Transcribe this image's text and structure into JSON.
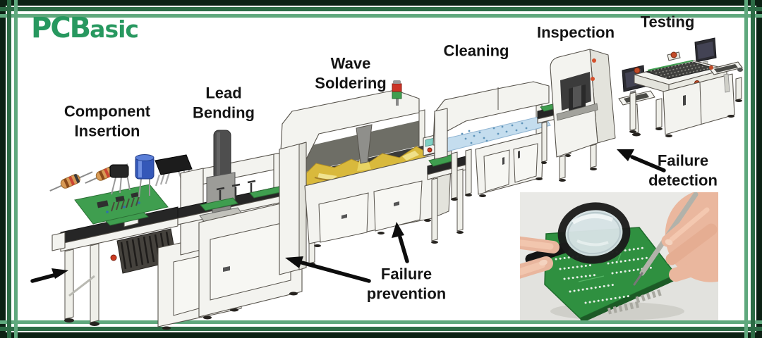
{
  "brand": {
    "logo_pcb": "PCB",
    "logo_asic": "asic",
    "logo_full": "PCBasic"
  },
  "process_stages": [
    {
      "name": "component-insertion",
      "label": "Component\nInsertion"
    },
    {
      "name": "lead-bending",
      "label": "Lead\nBending"
    },
    {
      "name": "wave-soldering",
      "label": "Wave\nSoldering"
    },
    {
      "name": "cleaning",
      "label": "Cleaning"
    },
    {
      "name": "inspection",
      "label": "Inspection"
    },
    {
      "name": "testing",
      "label": "Testing"
    }
  ],
  "annotations": [
    {
      "name": "failure-prevention",
      "label": "Failure\nprevention"
    },
    {
      "name": "failure-detection",
      "label": "Failure\ndetection"
    }
  ],
  "icons": [
    "flow-start-arrow",
    "failure-prevention-arrow-to-lead-bending",
    "failure-prevention-arrow-to-wave-soldering",
    "failure-detection-arrow-to-inspection"
  ],
  "colors": {
    "brand_green": "#27985f",
    "border_dark_green": "#0c2114",
    "frame_green_dark": "#2c6b45",
    "frame_green_light": "#5fa87d",
    "solder_gold": "#d9b93c",
    "cleaning_water_blue": "#c4ddee",
    "pcb_green": "#3f9e4f",
    "belt_black": "#262626",
    "label_text": "#141414"
  }
}
